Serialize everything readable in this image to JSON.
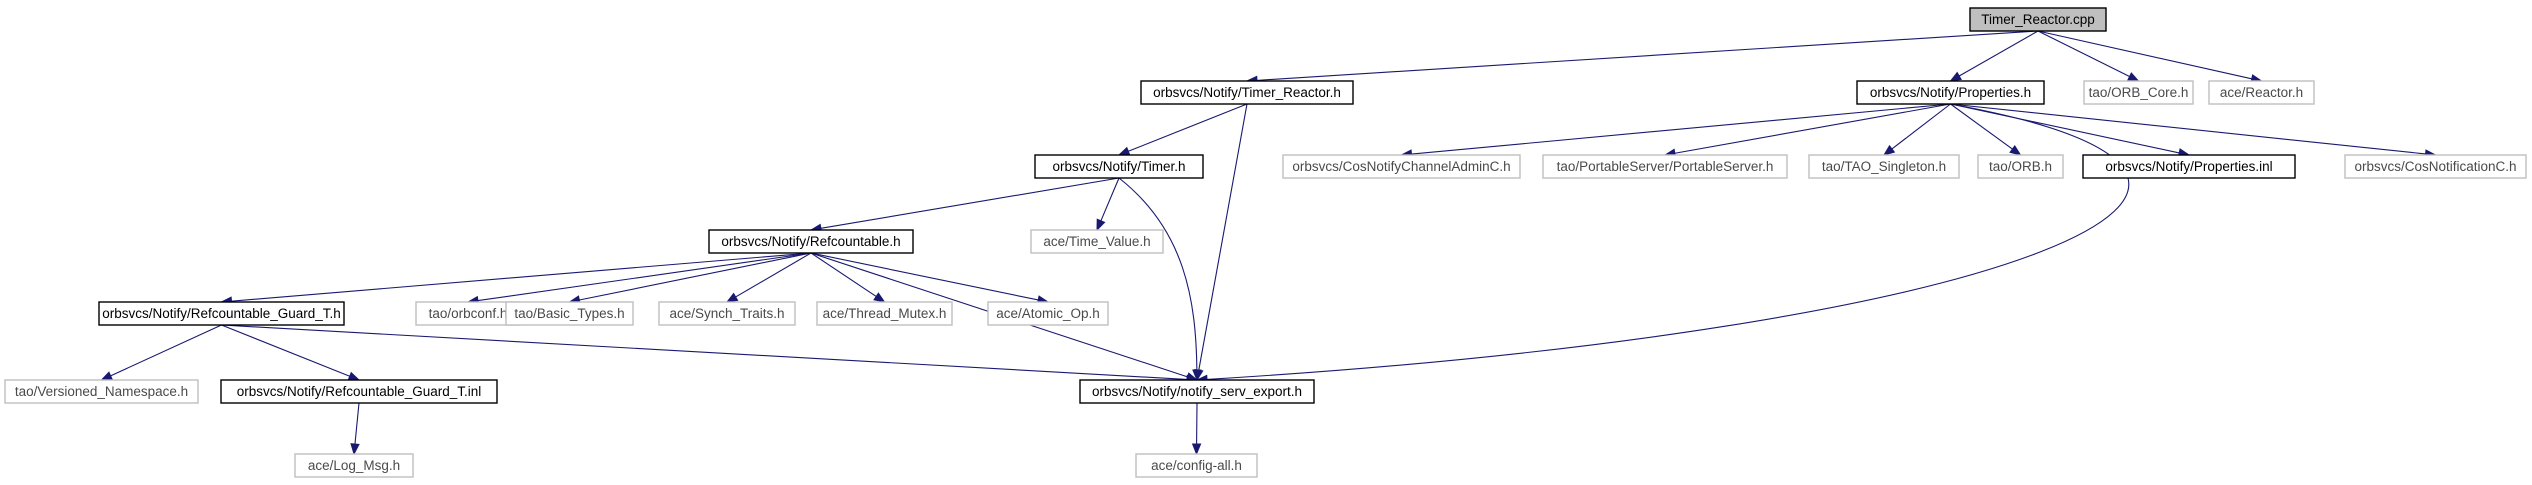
{
  "graph": {
    "colors": {
      "edge": "#191970",
      "root_fill": "#bfbfbf",
      "primary_border": "#000000",
      "external_border": "#bfbfbf"
    },
    "nodes": [
      {
        "id": "timer_reactor_cpp",
        "label": "Timer_Reactor.cpp",
        "kind": "root"
      },
      {
        "id": "timer_reactor_h",
        "label": "orbsvcs/Notify/Timer_Reactor.h",
        "kind": "primary"
      },
      {
        "id": "properties_h",
        "label": "orbsvcs/Notify/Properties.h",
        "kind": "primary"
      },
      {
        "id": "orb_core_h",
        "label": "tao/ORB_Core.h",
        "kind": "external"
      },
      {
        "id": "reactor_h",
        "label": "ace/Reactor.h",
        "kind": "external"
      },
      {
        "id": "timer_h",
        "label": "orbsvcs/Notify/Timer.h",
        "kind": "primary"
      },
      {
        "id": "cosnotifychanneladminc_h",
        "label": "orbsvcs/CosNotifyChannelAdminC.h",
        "kind": "external"
      },
      {
        "id": "portableserver_h",
        "label": "tao/PortableServer/PortableServer.h",
        "kind": "external"
      },
      {
        "id": "tao_singleton_h",
        "label": "tao/TAO_Singleton.h",
        "kind": "external"
      },
      {
        "id": "orb_h",
        "label": "tao/ORB.h",
        "kind": "external"
      },
      {
        "id": "properties_inl",
        "label": "orbsvcs/Notify/Properties.inl",
        "kind": "primary"
      },
      {
        "id": "cosnotificationc_h",
        "label": "orbsvcs/CosNotificationC.h",
        "kind": "external"
      },
      {
        "id": "refcountable_h",
        "label": "orbsvcs/Notify/Refcountable.h",
        "kind": "primary"
      },
      {
        "id": "time_value_h",
        "label": "ace/Time_Value.h",
        "kind": "external"
      },
      {
        "id": "refcountable_guard_t_h",
        "label": "orbsvcs/Notify/Refcountable_Guard_T.h",
        "kind": "primary"
      },
      {
        "id": "orbconf_h",
        "label": "tao/orbconf.h",
        "kind": "external"
      },
      {
        "id": "basic_types_h",
        "label": "tao/Basic_Types.h",
        "kind": "external"
      },
      {
        "id": "synch_traits_h",
        "label": "ace/Synch_Traits.h",
        "kind": "external"
      },
      {
        "id": "thread_mutex_h",
        "label": "ace/Thread_Mutex.h",
        "kind": "external"
      },
      {
        "id": "atomic_op_h",
        "label": "ace/Atomic_Op.h",
        "kind": "external"
      },
      {
        "id": "versioned_namespace_h",
        "label": "tao/Versioned_Namespace.h",
        "kind": "external"
      },
      {
        "id": "refcountable_guard_t_inl",
        "label": "orbsvcs/Notify/Refcountable_Guard_T.inl",
        "kind": "primary"
      },
      {
        "id": "notify_serv_export_h",
        "label": "orbsvcs/Notify/notify_serv_export.h",
        "kind": "primary"
      },
      {
        "id": "log_msg_h",
        "label": "ace/Log_Msg.h",
        "kind": "external"
      },
      {
        "id": "config_all_h",
        "label": "ace/config-all.h",
        "kind": "external"
      }
    ],
    "edges": [
      {
        "from": "timer_reactor_cpp",
        "to": "timer_reactor_h"
      },
      {
        "from": "timer_reactor_cpp",
        "to": "properties_h"
      },
      {
        "from": "timer_reactor_cpp",
        "to": "orb_core_h"
      },
      {
        "from": "timer_reactor_cpp",
        "to": "reactor_h"
      },
      {
        "from": "timer_reactor_h",
        "to": "timer_h"
      },
      {
        "from": "timer_reactor_h",
        "to": "notify_serv_export_h"
      },
      {
        "from": "properties_h",
        "to": "cosnotifychanneladminc_h"
      },
      {
        "from": "properties_h",
        "to": "portableserver_h"
      },
      {
        "from": "properties_h",
        "to": "tao_singleton_h"
      },
      {
        "from": "properties_h",
        "to": "orb_h"
      },
      {
        "from": "properties_h",
        "to": "properties_inl"
      },
      {
        "from": "properties_h",
        "to": "cosnotificationc_h"
      },
      {
        "from": "properties_h",
        "to": "notify_serv_export_h"
      },
      {
        "from": "timer_h",
        "to": "refcountable_h"
      },
      {
        "from": "timer_h",
        "to": "time_value_h"
      },
      {
        "from": "timer_h",
        "to": "notify_serv_export_h"
      },
      {
        "from": "refcountable_h",
        "to": "refcountable_guard_t_h"
      },
      {
        "from": "refcountable_h",
        "to": "orbconf_h"
      },
      {
        "from": "refcountable_h",
        "to": "basic_types_h"
      },
      {
        "from": "refcountable_h",
        "to": "synch_traits_h"
      },
      {
        "from": "refcountable_h",
        "to": "thread_mutex_h"
      },
      {
        "from": "refcountable_h",
        "to": "atomic_op_h"
      },
      {
        "from": "refcountable_h",
        "to": "notify_serv_export_h"
      },
      {
        "from": "refcountable_guard_t_h",
        "to": "versioned_namespace_h"
      },
      {
        "from": "refcountable_guard_t_h",
        "to": "refcountable_guard_t_inl"
      },
      {
        "from": "refcountable_guard_t_h",
        "to": "notify_serv_export_h"
      },
      {
        "from": "refcountable_guard_t_inl",
        "to": "log_msg_h"
      },
      {
        "from": "notify_serv_export_h",
        "to": "config_all_h"
      }
    ]
  }
}
